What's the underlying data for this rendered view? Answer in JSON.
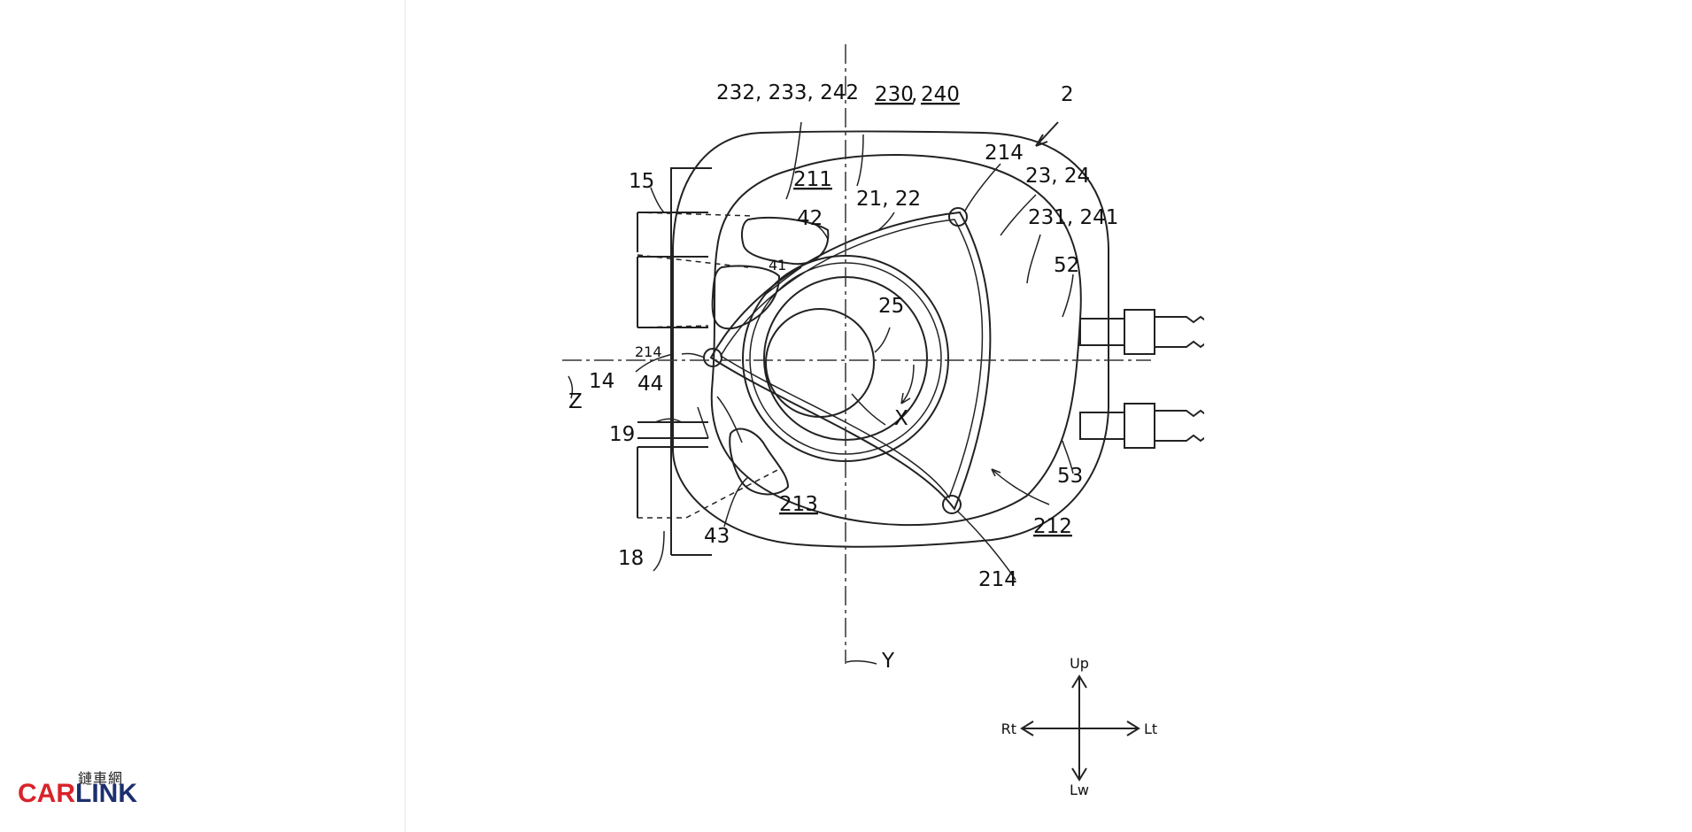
{
  "brand": {
    "cjk": "鏈車網",
    "car": "CAR",
    "link": "LINK",
    "car_color": "#d8232a",
    "link_color": "#1c2f6e"
  },
  "labels": {
    "engine": "2",
    "housing_top": "232, 233, 242",
    "housing_top_right_a": "230",
    "housing_top_right_b": "240",
    "chamber_211": "211",
    "rotor": "21, 22",
    "apex_top": "214",
    "side_housing": "23, 24",
    "side_wall": "231, 241",
    "port_42": "42",
    "port_41": "41",
    "pipe_15": "15",
    "pipe_14": "14",
    "apex_left": "214",
    "axis_z": "Z",
    "port_44": "44",
    "pipe_19": "19",
    "shaft_25": "25",
    "axis_x": "X",
    "plug_52": "52",
    "plug_53": "53",
    "chamber_213": "213",
    "chamber_212": "212",
    "port_43": "43",
    "pipe_18": "18",
    "apex_bottom": "214",
    "axis_y": "Y"
  },
  "compass": {
    "up": "Up",
    "down": "Lw",
    "left": "Rt",
    "right": "Lt"
  }
}
